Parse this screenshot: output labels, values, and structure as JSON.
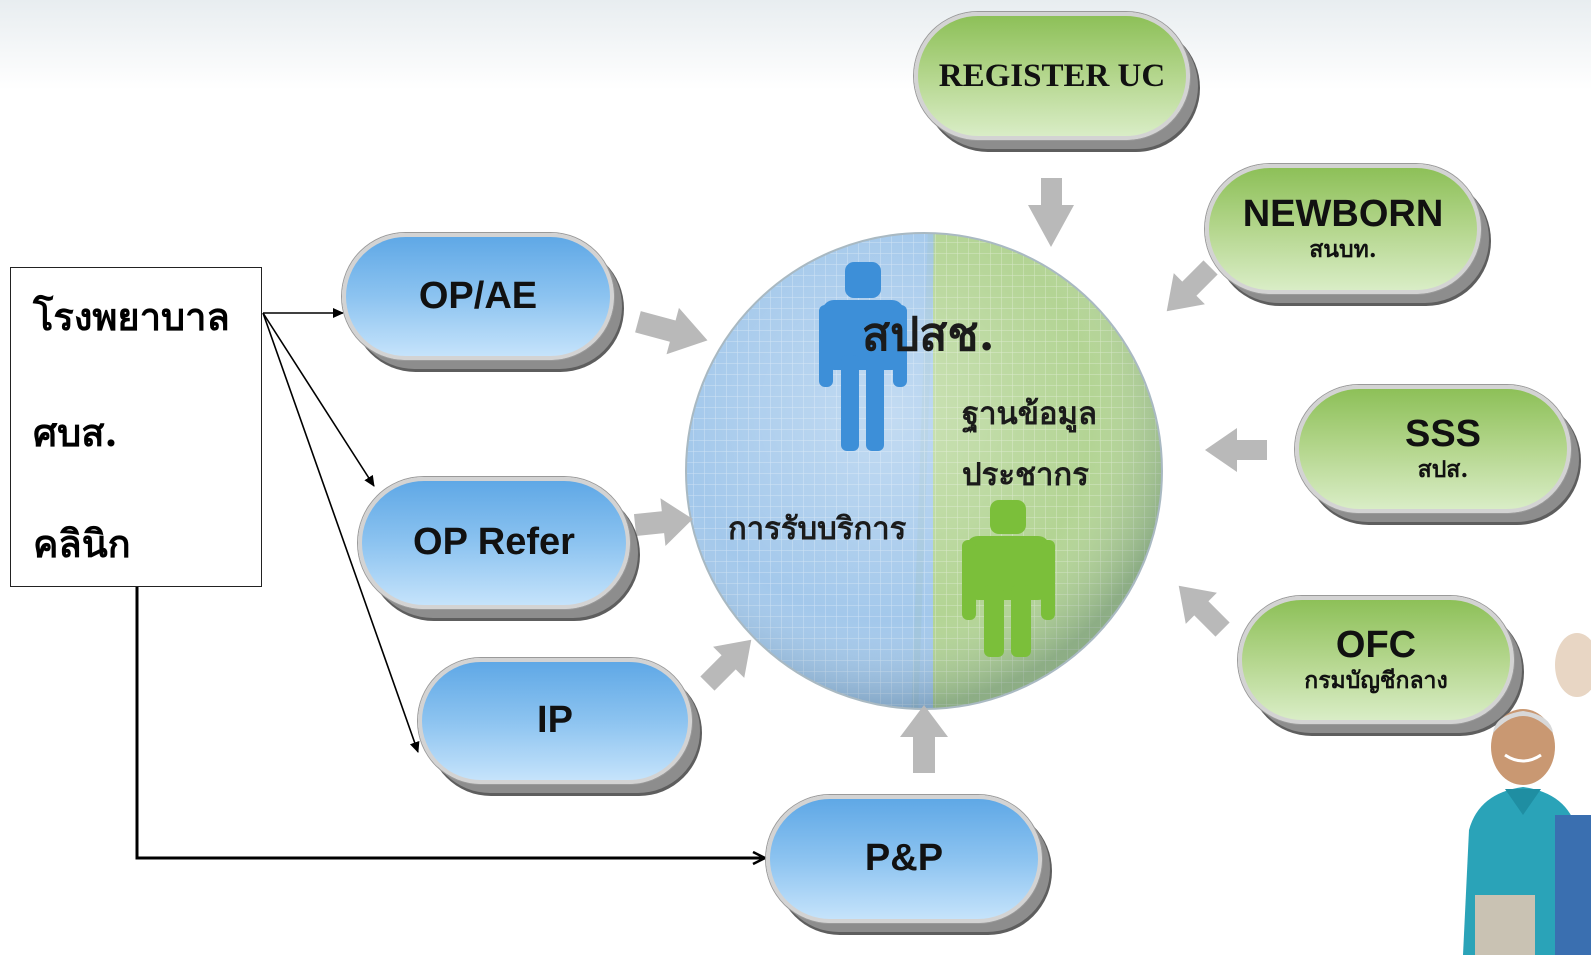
{
  "source": {
    "lines": [
      "โรงพยาบาล",
      "ศบส.",
      "คลินิก"
    ]
  },
  "center": {
    "title": "สปสช.",
    "left_label": "การรับบริการ",
    "right_label_line1": "ฐานข้อมูล",
    "right_label_line2": "ประชากร"
  },
  "services": [
    {
      "label": "OP/AE"
    },
    {
      "label": "OP Refer"
    },
    {
      "label": "IP"
    },
    {
      "label": "P&P"
    }
  ],
  "databases": [
    {
      "label": "REGISTER UC",
      "sub": ""
    },
    {
      "label": "NEWBORN",
      "sub": "สนบท."
    },
    {
      "label": "SSS",
      "sub": "สปส."
    },
    {
      "label": "OFC",
      "sub": "กรมบัญชีกลาง"
    }
  ],
  "colors": {
    "blue_accent": "#5fa8e6",
    "green_accent": "#8dc058",
    "arrow_gray": "#b9b9b9",
    "person_blue": "#3d8fd8",
    "person_green": "#7bbf3a"
  }
}
